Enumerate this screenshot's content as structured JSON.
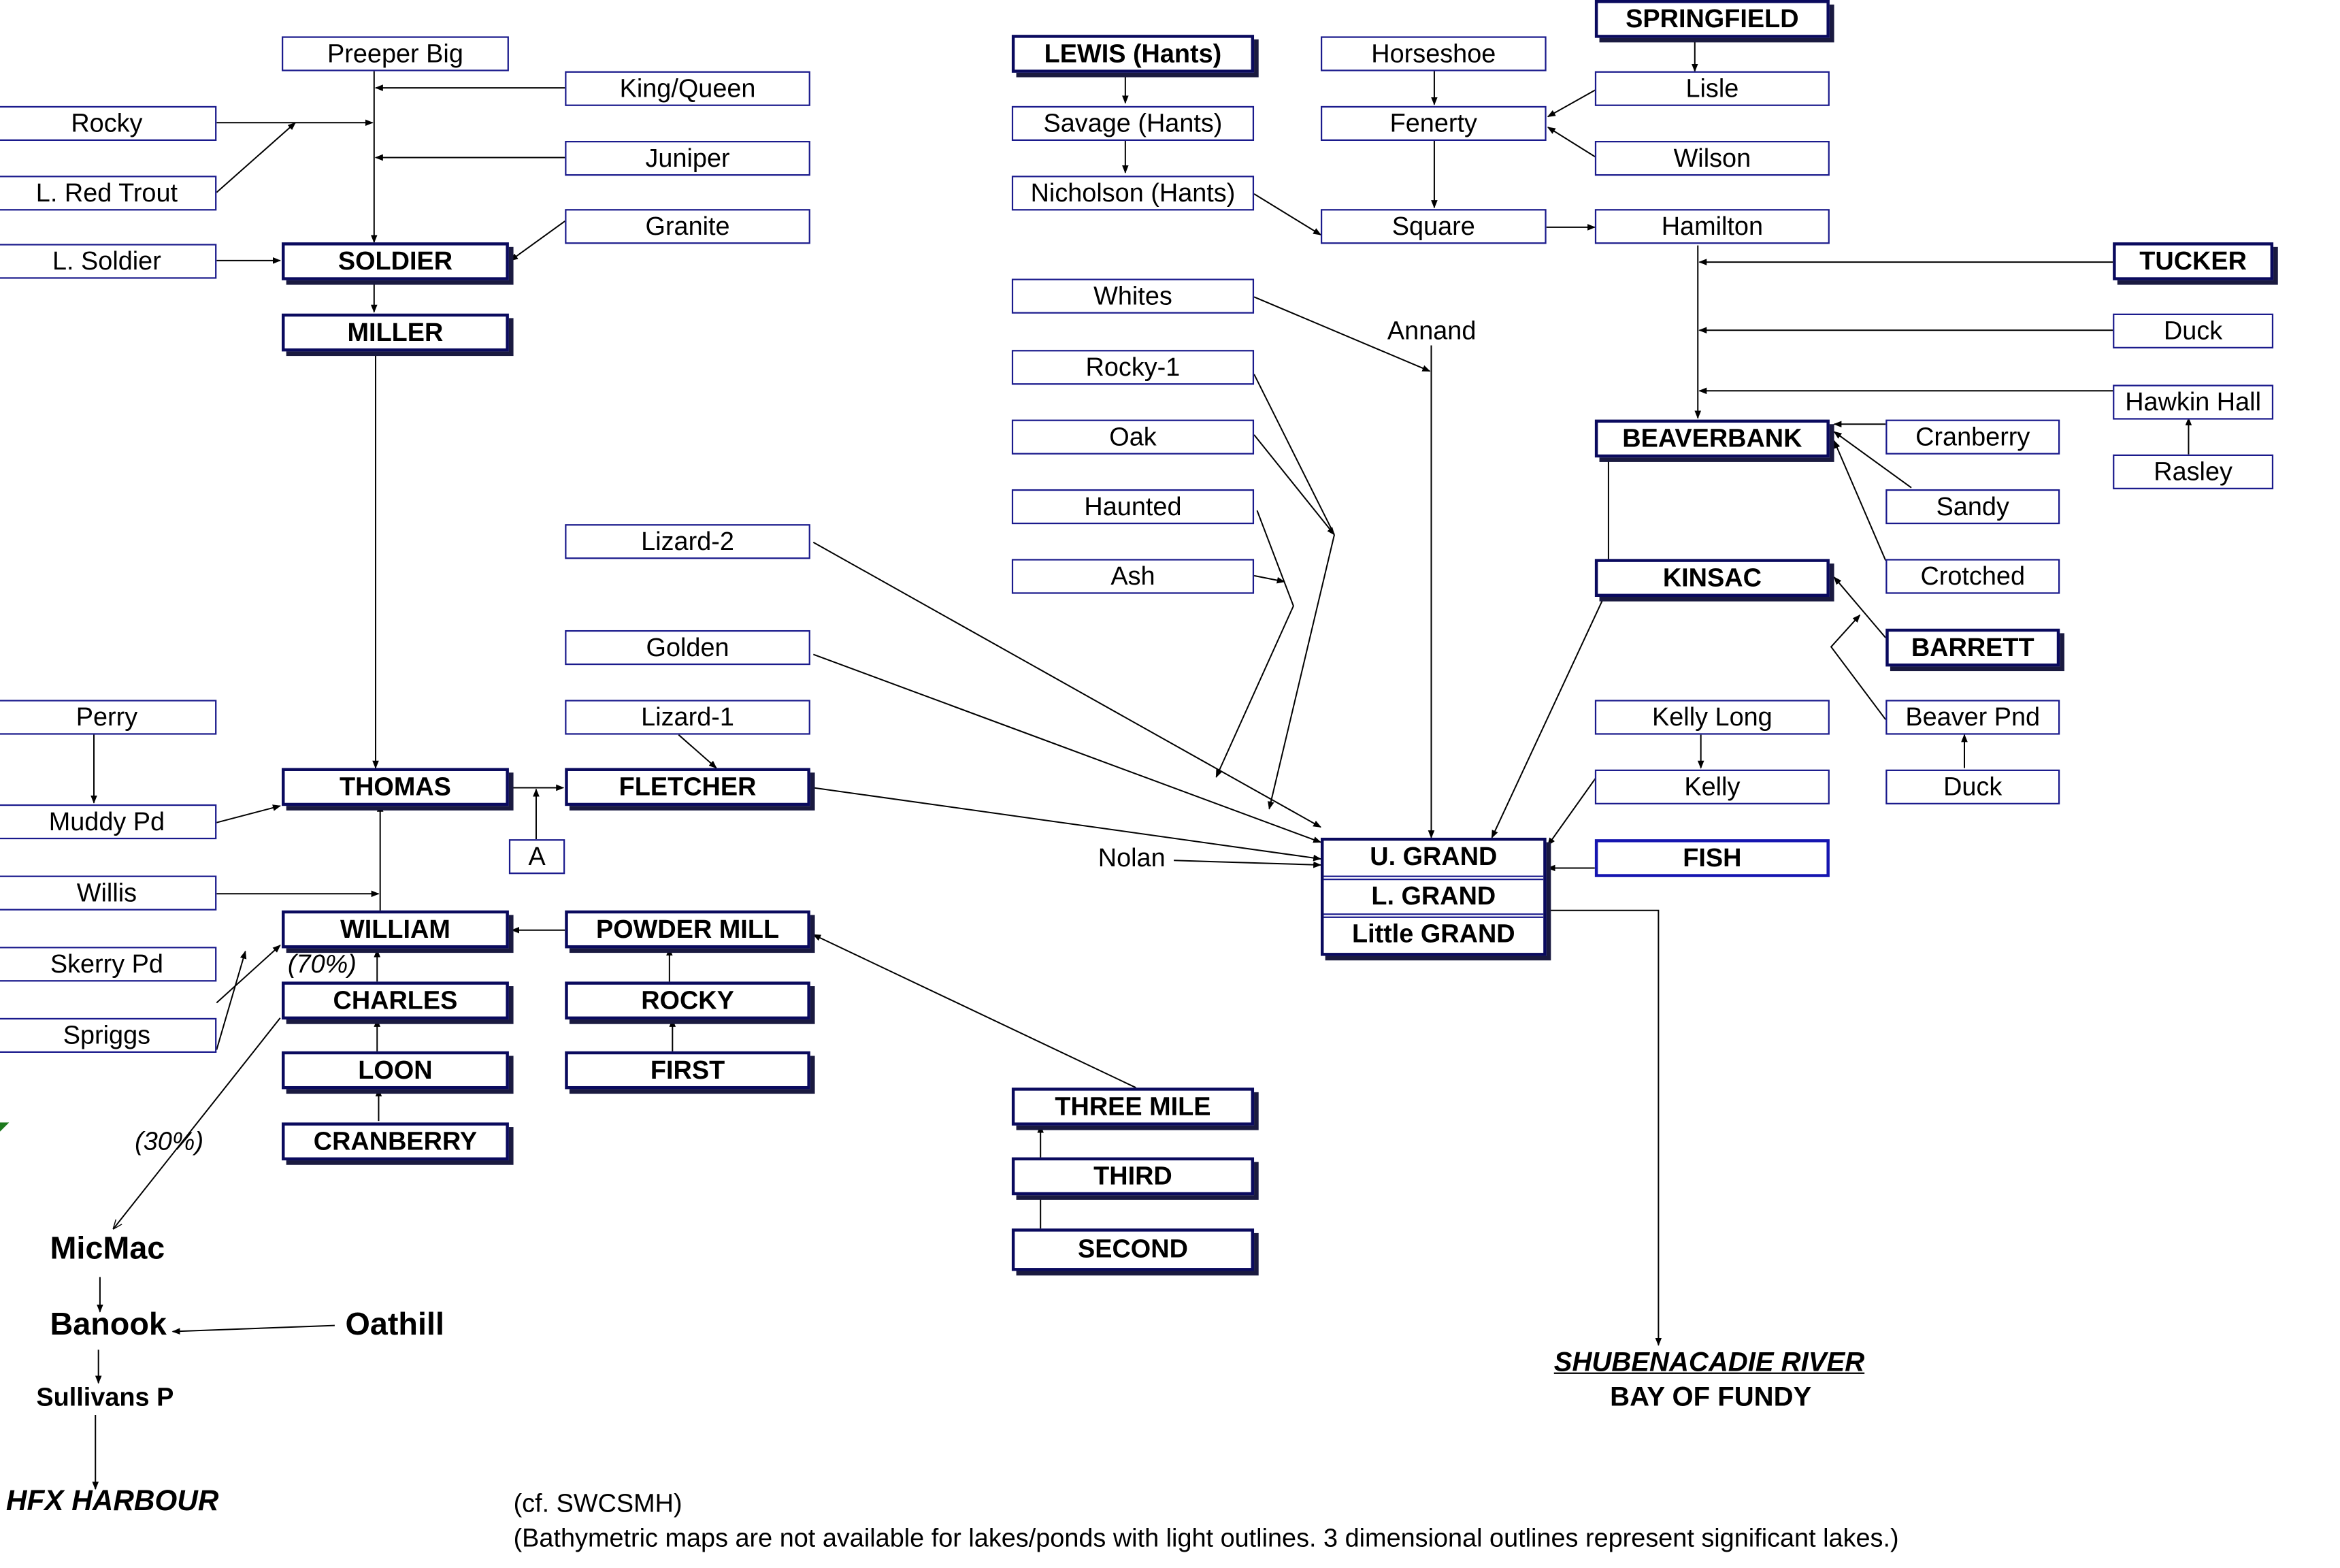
{
  "lakes": {
    "preeper_big": "Preeper Big",
    "king_queen": "King/Queen",
    "rocky_w": "Rocky",
    "juniper": "Juniper",
    "l_red_trout": "L. Red Trout",
    "granite": "Granite",
    "l_soldier": "L. Soldier",
    "soldier": "SOLDIER",
    "miller": "MILLER",
    "lizard_2": "Lizard-2",
    "golden": "Golden",
    "lizard_1": "Lizard-1",
    "perry": "Perry",
    "muddy_pd": "Muddy Pd",
    "thomas": "THOMAS",
    "fletcher": "FLETCHER",
    "a": "A",
    "willis": "Willis",
    "william": "WILLIAM",
    "powder_mill": "POWDER MILL",
    "skerry_pd": "Skerry Pd",
    "charles": "CHARLES",
    "rocky_major": "ROCKY",
    "spriggs": "Spriggs",
    "loon": "LOON",
    "first": "FIRST",
    "cranberry_major": "CRANBERRY",
    "three_mile": "THREE MILE",
    "third": "THIRD",
    "second": "SECOND",
    "lewis": "LEWIS (Hants)",
    "savage": "Savage (Hants)",
    "nicholson": "Nicholson (Hants)",
    "horseshoe": "Horseshoe",
    "fenerty": "Fenerty",
    "square": "Square",
    "springfield": "SPRINGFIELD",
    "lisle": "Lisle",
    "wilson": "Wilson",
    "hamilton": "Hamilton",
    "whites": "Whites",
    "annand": "Annand",
    "rocky_1": "Rocky-1",
    "oak": "Oak",
    "haunted": "Haunted",
    "ash": "Ash",
    "nolan": "Nolan",
    "u_grand": "U. GRAND",
    "l_grand": "L. GRAND",
    "little_grand": "Little GRAND",
    "tucker": "TUCKER",
    "duck_upper": "Duck",
    "hawkin_hall": "Hawkin Hall",
    "rasley": "Rasley",
    "beaverbank": "BEAVERBANK",
    "cranberry_light": "Cranberry",
    "sandy": "Sandy",
    "kinsac": "KINSAC",
    "crotched": "Crotched",
    "barrett": "BARRETT",
    "kelly_long": "Kelly Long",
    "beaver_pnd": "Beaver Pnd",
    "kelly": "Kelly",
    "duck_lower": "Duck",
    "fish": "FISH"
  },
  "outlets": {
    "micmac": "MicMac",
    "banook": "Banook",
    "oathill": "Oathill",
    "sullivans": "Sullivans P",
    "hfx_harbour": "HFX HARBOUR",
    "shubenacadie": "SHUBENACADIE RIVER",
    "bay_of_fundy": "BAY OF FUNDY"
  },
  "annotations": {
    "pct_70": "(70%)",
    "pct_30": "(30%)"
  },
  "notes": {
    "reference": "(cf. SWCSMH)",
    "legend": "(Bathymetric maps are not available for lakes/ponds with light outlines. 3 dimensional outlines represent significant lakes.)"
  },
  "colors": {
    "light_outline": "#1a1a8c",
    "major_outline": "#0a0a5e",
    "fish_outline": "#1515b0",
    "connector": "#000000"
  }
}
